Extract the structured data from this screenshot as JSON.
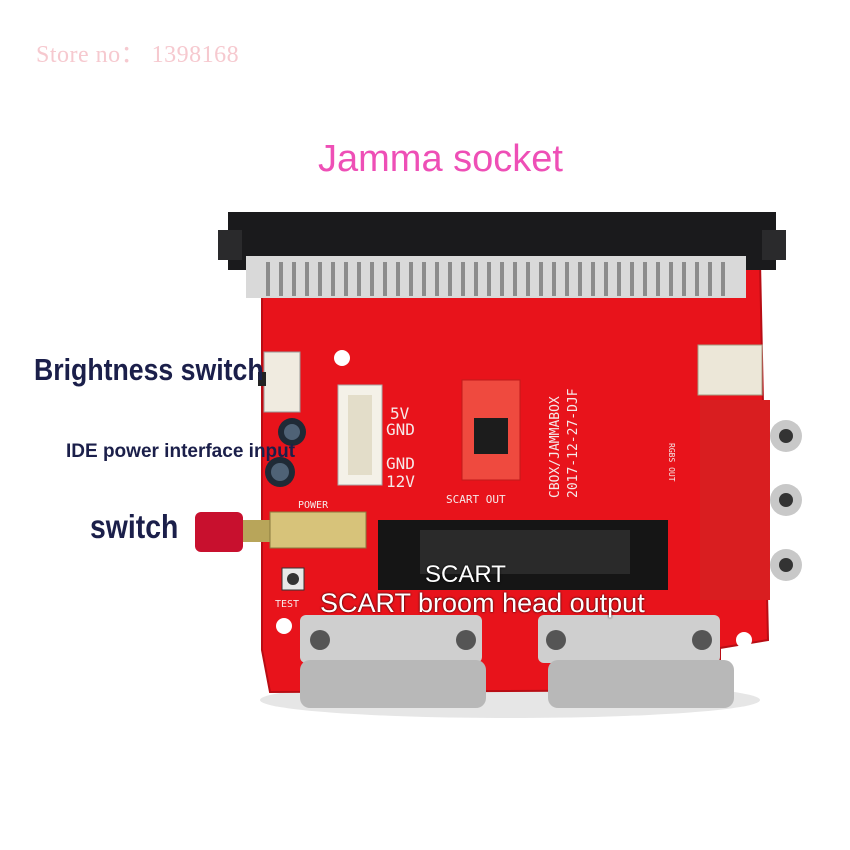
{
  "watermark": {
    "text": "Store no：  1398168"
  },
  "title": {
    "text": "Jamma socket"
  },
  "callouts": {
    "brightness": "Brightness switch",
    "ide": "IDE power interface input",
    "switch": "switch",
    "scart": "SCART",
    "scart_output": "SCART broom head output"
  },
  "silkscreen": {
    "v5": "5V",
    "gnd1": "GND",
    "gnd2": "GND",
    "v12": "12V",
    "power": "POWER",
    "test": "TEST",
    "scart_out": "SCART OUT",
    "rgbs_out": "RGBS OUT",
    "board_name": "CBOX/JAMMABOX",
    "board_date": "2017-12-27-DJF"
  },
  "colors": {
    "pcb": "#e8131b",
    "title": "#ee4fb6",
    "callout": "#1b1f4a",
    "watermark": "#f6c9cf"
  }
}
